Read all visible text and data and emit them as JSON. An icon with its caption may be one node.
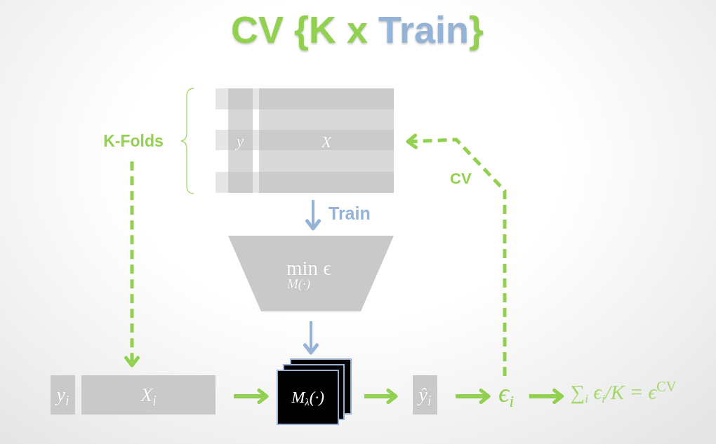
{
  "diagram": {
    "title": "CV {K x Train}",
    "nodes": [
      {
        "text": [
          "K-Folds"
        ]
      },
      {
        "text": [
          "y",
          "X"
        ]
      },
      {
        "text": [
          "min$_{M(·)}$ ϵ"
        ]
      },
      {
        "text": [
          "M$_{λ}$(·)"
        ]
      },
      {
        "text": [
          "y$_{i}$"
        ]
      },
      {
        "text": [
          "X$_{i}$"
        ]
      },
      {
        "text": [
          "ŷ$_{i}$"
        ]
      },
      {
        "text": [
          "ϵ$_{i}$"
        ]
      },
      {
        "text": [
          "∑$_{i}$ ϵ$_{i}$/K = ϵ$^{CV}$"
        ]
      }
    ],
    "edges": [
      {
        "from": 0,
        "to": 5,
        "arrow": "to",
        "style": "dashed"
      },
      {
        "from": 1,
        "to": 2,
        "arrow": "to",
        "label": "Train",
        "color": "#95b3d7"
      },
      {
        "from": 2,
        "to": 3,
        "arrow": "to",
        "color": "#95b3d7"
      },
      {
        "from": 5,
        "to": 3,
        "arrow": "to"
      },
      {
        "from": 3,
        "to": 6,
        "arrow": "to"
      },
      {
        "from": 6,
        "to": 7,
        "arrow": "to"
      },
      {
        "from": 7,
        "to": 8,
        "arrow": "to"
      },
      {
        "from": 7,
        "to": 1,
        "arrow": "to",
        "style": "dashed",
        "label": "CV"
      }
    ]
  }
}
